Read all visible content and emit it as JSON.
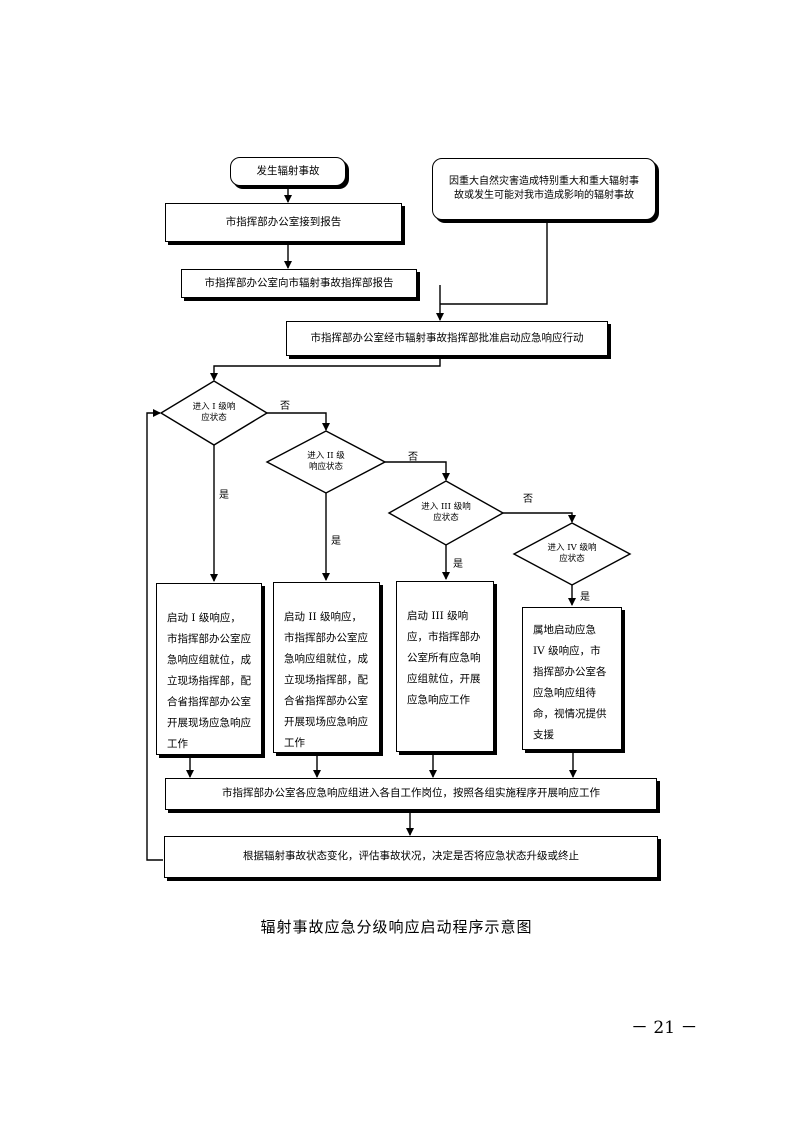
{
  "nodes": {
    "start": "发生辐射事故",
    "external": "因重大自然灾害造成特别重大和重大辐射事故或发生可能对我市造成影响的辐射事故",
    "receive_report": "市指挥部办公室接到报告",
    "report_to_command": "市指挥部办公室向市辐射事故指挥部报告",
    "approve_response": "市指挥部办公室经市辐射事故指挥部批准启动应急响应行动",
    "decision_1": "进入 I 级响应状态",
    "decision_2": "进入 II 级响应状态",
    "decision_3": "进入 III 级响应状态",
    "decision_4": "进入 IV 级响应状态",
    "action_1": "启动 I 级响应，市指挥部办公室应急响应组就位，成立现场指挥部，配合省指挥部办公室开展现场应急响应工作",
    "action_2": "启动 II 级响应，市指挥部办公室应急响应组就位，成立现场指挥部，配合省指挥部办公室开展现场应急响应工作",
    "action_3": "启动 III 级响应，市指挥部办公室所有应急响应组就位，开展应急响应工作",
    "action_4": "属地启动应急 IV 级响应，市指挥部办公室各应急响应组待命，视情况提供支援",
    "all_groups": "市指挥部办公室各应急响应组进入各自工作岗位，按照各组实施程序开展响应工作",
    "evaluate": "根据辐射事故状态变化，评估事故状况，决定是否将应急状态升级或终止"
  },
  "labels": {
    "no": "否",
    "yes": "是"
  },
  "caption": "辐射事故应急分级响应启动程序示意图",
  "page_number": "－ 21 －"
}
